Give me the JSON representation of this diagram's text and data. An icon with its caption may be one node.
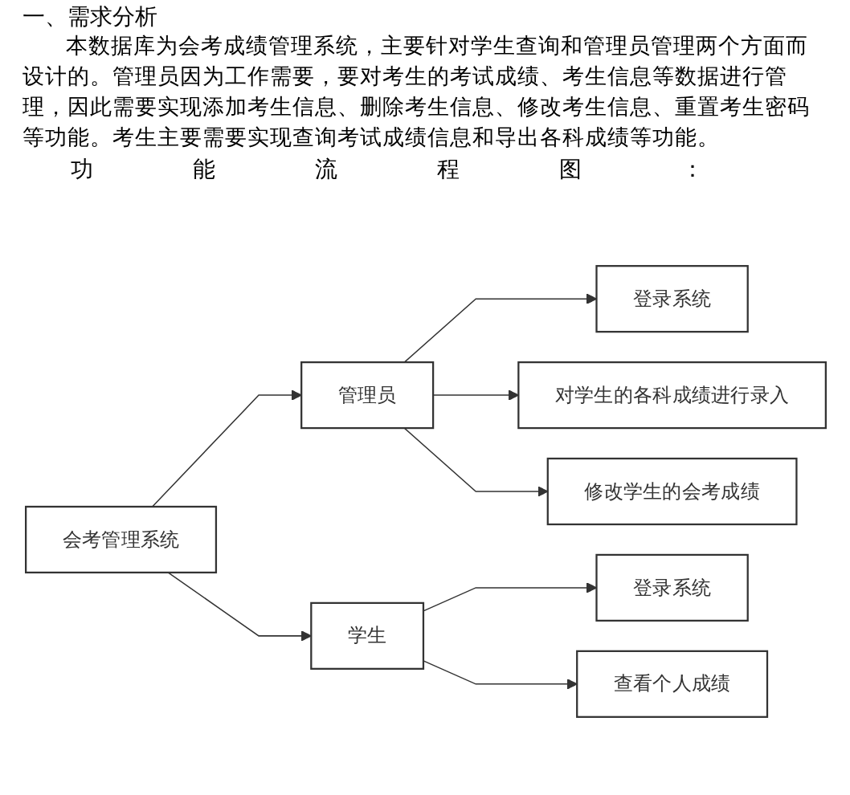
{
  "diagram": {
    "title": "一、需求分析",
    "nodes": [
      {
        "text": [
          "会考管理系统"
        ]
      },
      {
        "text": [
          "管理员"
        ]
      },
      {
        "text": [
          "登录系统"
        ]
      },
      {
        "text": [
          "对学生的各科成绩进行录入"
        ]
      },
      {
        "text": [
          "修改学生的会考成绩"
        ]
      },
      {
        "text": [
          "学生"
        ]
      },
      {
        "text": [
          "登录系统"
        ]
      },
      {
        "text": [
          "查看个人成绩"
        ]
      }
    ],
    "edges": [
      {
        "from": 0,
        "to": 1,
        "arrow": "to"
      },
      {
        "from": 1,
        "to": 2,
        "arrow": "to"
      },
      {
        "from": 1,
        "to": 3,
        "arrow": "to"
      },
      {
        "from": 1,
        "to": 4,
        "arrow": "to"
      },
      {
        "from": 0,
        "to": 5,
        "arrow": "to"
      },
      {
        "from": 5,
        "to": 6,
        "arrow": "to"
      },
      {
        "from": 5,
        "to": 7,
        "arrow": "to"
      }
    ],
    "labels": [
      "本数据库为会考成绩管理系统，主要针对学生查询和管理员管理两个方面而设计的。管理员因为工作需要，要对考生的考试成绩、考生信息等数据进行管理，因此需要实现添加考生信息、删除考生信息、修改考生信息、重置考生密码等功能。考生主要需要实现查询考试成绩信息和导出各科成绩等功能。",
      "功能流程图："
    ]
  }
}
